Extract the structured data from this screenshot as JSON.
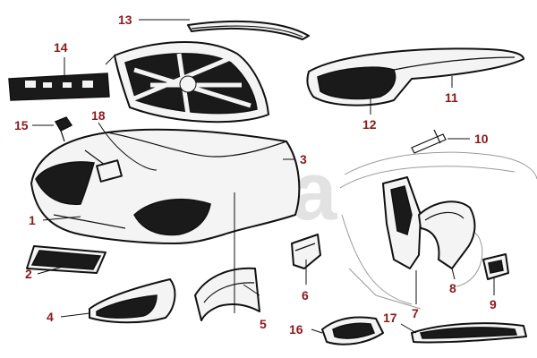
{
  "watermark": "myalfa",
  "callouts": [
    {
      "id": "1",
      "label": "1"
    },
    {
      "id": "2",
      "label": "2"
    },
    {
      "id": "3",
      "label": "3"
    },
    {
      "id": "4",
      "label": "4"
    },
    {
      "id": "5",
      "label": "5"
    },
    {
      "id": "6",
      "label": "6"
    },
    {
      "id": "7",
      "label": "7"
    },
    {
      "id": "8",
      "label": "8"
    },
    {
      "id": "9",
      "label": "9"
    },
    {
      "id": "10",
      "label": "10"
    },
    {
      "id": "11",
      "label": "11"
    },
    {
      "id": "12",
      "label": "12"
    },
    {
      "id": "13",
      "label": "13"
    },
    {
      "id": "14",
      "label": "14"
    },
    {
      "id": "15",
      "label": "15"
    },
    {
      "id": "16",
      "label": "16"
    },
    {
      "id": "17",
      "label": "17"
    },
    {
      "id": "18",
      "label": "18"
    }
  ],
  "colors": {
    "callout": "#8b1a1a",
    "line": "#111111",
    "watermark": "#e2e2e2"
  }
}
